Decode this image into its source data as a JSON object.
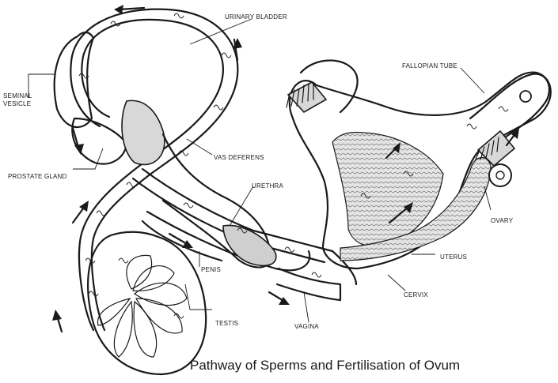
{
  "labels": {
    "urinary_bladder": "URINARY BLADDER",
    "seminal_vesicle_1": "SEMINAL",
    "seminal_vesicle_2": "VESICLE",
    "prostate_gland": "PROSTATE GLAND",
    "vas_deferens": "VAS DEFERENS",
    "urethra": "URETHRA",
    "penis": "PENIS",
    "testis": "TESTIS",
    "vagina": "VAGINA",
    "cervix": "CERVIX",
    "uterus": "UTERUS",
    "ovary": "OVARY",
    "fallopian_tube": "FALLOPIAN TUBE"
  },
  "caption": "Pathway of Sperms and Fertilisation of Ovum"
}
